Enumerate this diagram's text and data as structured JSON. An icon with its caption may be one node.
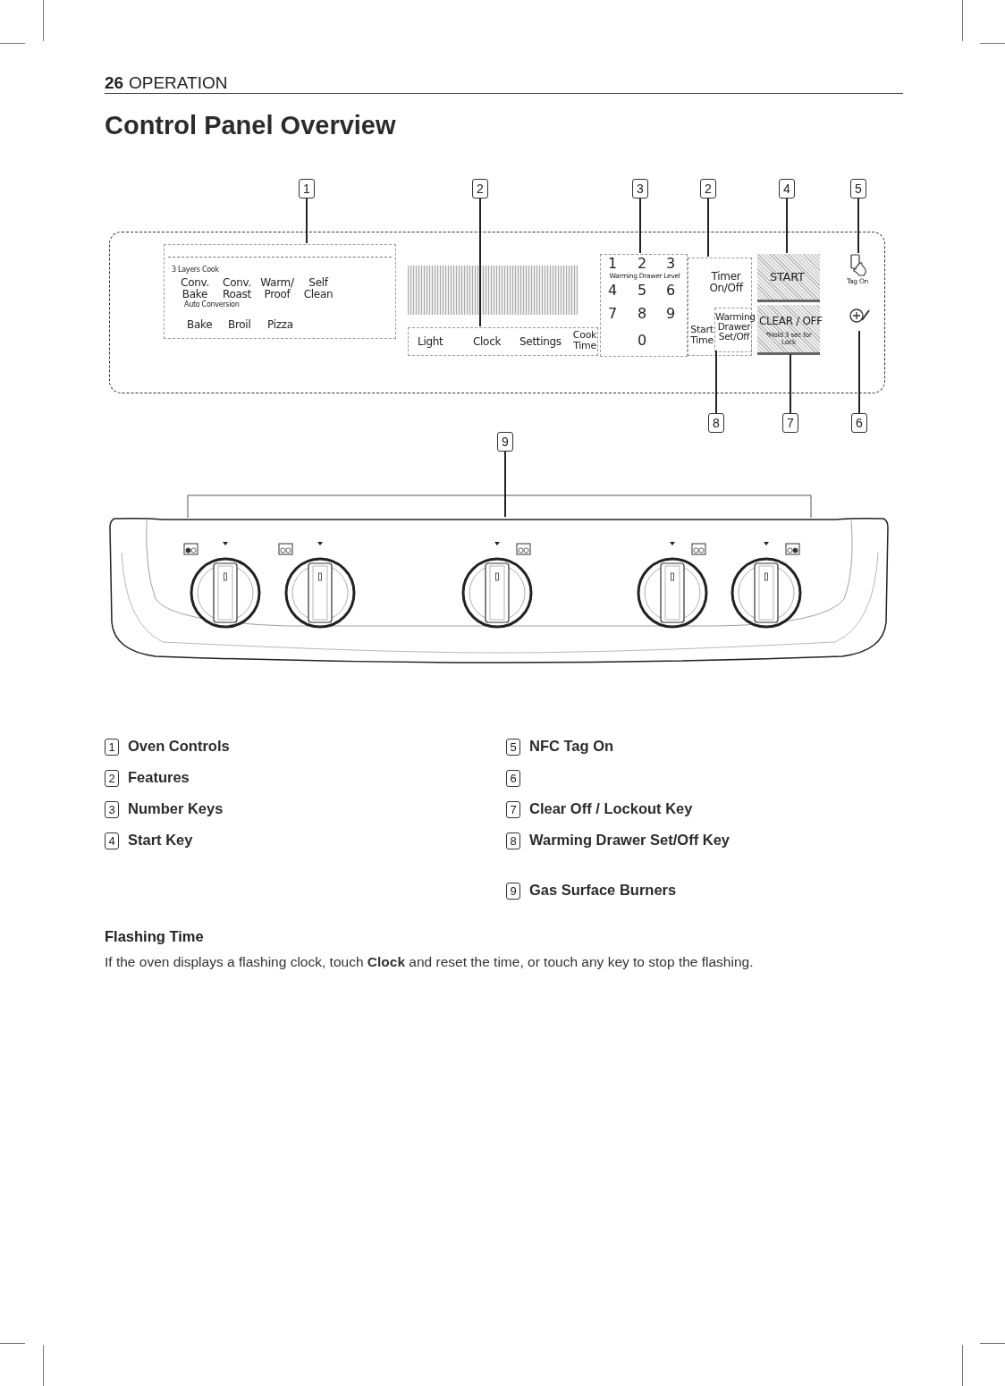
{
  "diagram": {
    "title": "Control Panel Overview",
    "nodes": [
      {
        "text": [
          "1"
        ]
      },
      {
        "text": [
          "2"
        ]
      },
      {
        "text": [
          "3"
        ]
      },
      {
        "text": [
          "2"
        ]
      },
      {
        "text": [
          "4"
        ]
      },
      {
        "text": [
          "5"
        ]
      },
      {
        "text": [
          "8"
        ]
      },
      {
        "text": [
          "7"
        ]
      },
      {
        "text": [
          "6"
        ]
      },
      {
        "text": [
          "9"
        ]
      },
      {
        "text": [],
        "shape": "box"
      },
      {
        "text": [
          "3 Layers Cook",
          "Conv. Bake",
          "Conv. Roast",
          "Warm/ Proof",
          "Self Clean",
          "Auto Conversion",
          "Bake",
          "Broil",
          "Pizza"
        ],
        "in": 10
      },
      {
        "text": [
          "Light",
          "Clock",
          "Settings",
          "Cook Time"
        ],
        "in": 10
      },
      {
        "text": [
          "1",
          "2",
          "Warming Drawer Level",
          "3",
          "4",
          "5",
          "6",
          "7",
          "8",
          "9",
          "0"
        ],
        "in": 10
      },
      {
        "text": [
          "Timer On/Off",
          "Start Time"
        ],
        "in": 10
      },
      {
        "text": [
          "Warming Drawer Set/Off"
        ],
        "in": 14
      },
      {
        "text": [
          "START"
        ],
        "in": 10
      },
      {
        "text": [
          "CLEAR / OFF",
          "*Hold 3 sec for Lock"
        ],
        "in": 10
      },
      {
        "text": [
          "Tag On"
        ],
        "in": 10
      },
      {
        "text": [],
        "shape": "picture",
        "in": 10
      },
      {
        "text": [],
        "shape": "box"
      },
      {
        "text": [],
        "shape": "box",
        "in": 10
      }
    ],
    "edges": [
      {
        "from": 0,
        "to": 11,
        "arrow": "none"
      },
      {
        "from": 1,
        "to": 12,
        "arrow": "none"
      },
      {
        "from": 2,
        "to": 13,
        "arrow": "none"
      },
      {
        "from": 3,
        "to": 14,
        "arrow": "none"
      },
      {
        "from": 4,
        "to": 16,
        "arrow": "none"
      },
      {
        "from": 5,
        "to": 18,
        "arrow": "none"
      },
      {
        "from": 6,
        "to": 15,
        "arrow": "none"
      },
      {
        "from": 7,
        "to": 17,
        "arrow": "none"
      },
      {
        "from": 8,
        "to": 19,
        "arrow": "none"
      },
      {
        "from": 9,
        "to": 20,
        "arrow": "none"
      }
    ],
    "labels": [
      "26",
      "OPERATION",
      "1",
      "Oven Controls",
      "2",
      "Features",
      "3",
      "Number Keys",
      "4",
      "Start Key",
      "5",
      "NFC Tag On",
      "6",
      "7",
      "Clear Off / Lockout Key",
      "8",
      "Warming Drawer Set/Off Key",
      "9",
      "Gas Surface Burners",
      "Flashing Time",
      "If the oven displays a flashing clock, touch **Clock** and reset the time, or touch any key to stop the flashing."
    ]
  }
}
